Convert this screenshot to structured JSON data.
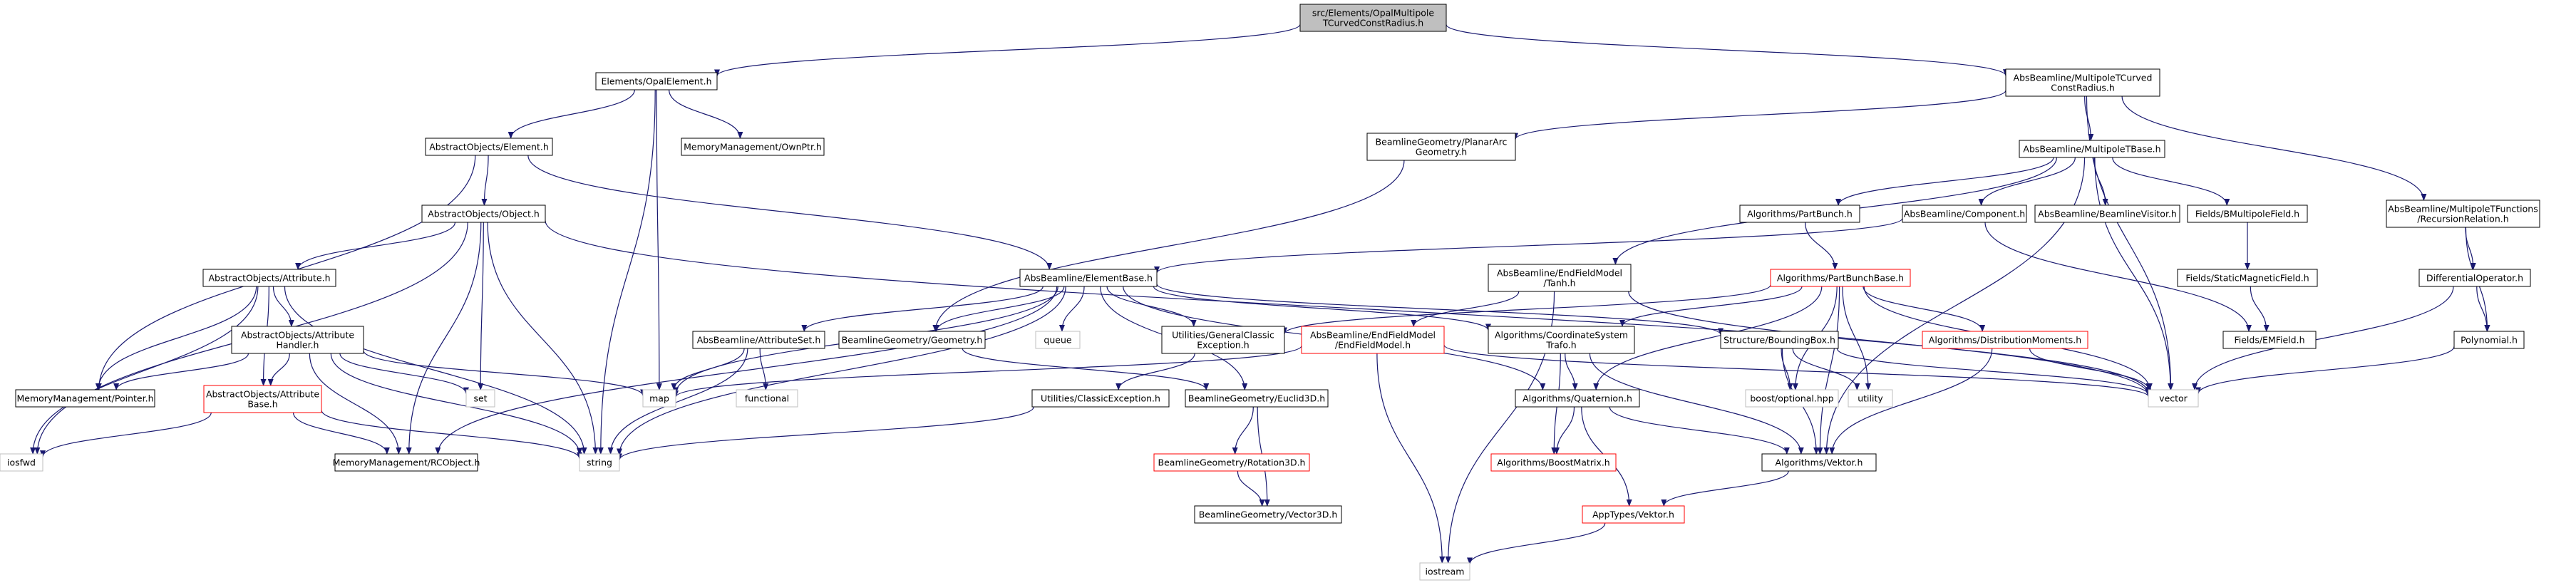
{
  "colors": {
    "edge": "#191970",
    "border_project": "#000000",
    "border_partial": "#ff0000",
    "border_system": "#bfbfbf",
    "fill_normal": "#ffffff",
    "fill_root": "#bfbfbf",
    "text": "#000000"
  },
  "nodes": [
    {
      "id": "n_root",
      "lines": [
        "src/Elements/OpalMultipole",
        "TCurvedConstRadius.h"
      ],
      "style": "root"
    },
    {
      "id": "n_opalelement",
      "lines": [
        "Elements/OpalElement.h"
      ],
      "style": "normal"
    },
    {
      "id": "n_multipoletcurved",
      "lines": [
        "AbsBeamline/MultipoleTCurved",
        "ConstRadius.h"
      ],
      "style": "normal"
    },
    {
      "id": "n_element",
      "lines": [
        "AbstractObjects/Element.h"
      ],
      "style": "normal"
    },
    {
      "id": "n_ownptr",
      "lines": [
        "MemoryManagement/OwnPtr.h"
      ],
      "style": "normal"
    },
    {
      "id": "n_planararc",
      "lines": [
        "BeamlineGeometry/PlanarArc",
        "Geometry.h"
      ],
      "style": "normal"
    },
    {
      "id": "n_multipoletbase",
      "lines": [
        "AbsBeamline/MultipoleTBase.h"
      ],
      "style": "normal"
    },
    {
      "id": "n_object",
      "lines": [
        "AbstractObjects/Object.h"
      ],
      "style": "normal"
    },
    {
      "id": "n_partbunch",
      "lines": [
        "Algorithms/PartBunch.h"
      ],
      "style": "normal"
    },
    {
      "id": "n_component",
      "lines": [
        "AbsBeamline/Component.h"
      ],
      "style": "normal"
    },
    {
      "id": "n_beamlinevisitor",
      "lines": [
        "AbsBeamline/BeamlineVisitor.h"
      ],
      "style": "normal"
    },
    {
      "id": "n_bmultipolefield",
      "lines": [
        "Fields/BMultipoleField.h"
      ],
      "style": "normal"
    },
    {
      "id": "n_tfunctions",
      "lines": [
        "AbsBeamline/MultipoleTFunctions",
        "/RecursionRelation.h"
      ],
      "style": "normal"
    },
    {
      "id": "n_attribute",
      "lines": [
        "AbstractObjects/Attribute.h"
      ],
      "style": "normal"
    },
    {
      "id": "n_elementbase",
      "lines": [
        "AbsBeamline/ElementBase.h"
      ],
      "style": "normal"
    },
    {
      "id": "n_tanh",
      "lines": [
        "AbsBeamline/EndFieldModel",
        "/Tanh.h"
      ],
      "style": "normal"
    },
    {
      "id": "n_partbunchbase",
      "lines": [
        "Algorithms/PartBunchBase.h"
      ],
      "style": "partial"
    },
    {
      "id": "n_staticmagnetic",
      "lines": [
        "Fields/StaticMagneticField.h"
      ],
      "style": "normal"
    },
    {
      "id": "n_differentialop",
      "lines": [
        "DifferentialOperator.h"
      ],
      "style": "normal"
    },
    {
      "id": "n_attributehandler",
      "lines": [
        "AbstractObjects/Attribute",
        "Handler.h"
      ],
      "style": "normal"
    },
    {
      "id": "n_attributeset",
      "lines": [
        "AbsBeamline/AttributeSet.h"
      ],
      "style": "normal"
    },
    {
      "id": "n_geometry",
      "lines": [
        "BeamlineGeometry/Geometry.h"
      ],
      "style": "normal"
    },
    {
      "id": "n_queue",
      "lines": [
        "queue"
      ],
      "style": "system"
    },
    {
      "id": "n_genclassicex",
      "lines": [
        "Utilities/GeneralClassic",
        "Exception.h"
      ],
      "style": "normal"
    },
    {
      "id": "n_endfieldmodel",
      "lines": [
        "AbsBeamline/EndFieldModel",
        "/EndFieldModel.h"
      ],
      "style": "partial"
    },
    {
      "id": "n_coordtrafo",
      "lines": [
        "Algorithms/CoordinateSystem",
        "Trafo.h"
      ],
      "style": "normal"
    },
    {
      "id": "n_boundingbox",
      "lines": [
        "Structure/BoundingBox.h"
      ],
      "style": "normal"
    },
    {
      "id": "n_distmoments",
      "lines": [
        "Algorithms/DistributionMoments.h"
      ],
      "style": "partial"
    },
    {
      "id": "n_emfield",
      "lines": [
        "Fields/EMField.h"
      ],
      "style": "normal"
    },
    {
      "id": "n_polynomial",
      "lines": [
        "Polynomial.h"
      ],
      "style": "normal"
    },
    {
      "id": "n_pointer",
      "lines": [
        "MemoryManagement/Pointer.h"
      ],
      "style": "normal"
    },
    {
      "id": "n_attributebase",
      "lines": [
        "AbstractObjects/Attribute",
        "Base.h"
      ],
      "style": "partial"
    },
    {
      "id": "n_set",
      "lines": [
        "set"
      ],
      "style": "system"
    },
    {
      "id": "n_map",
      "lines": [
        "map"
      ],
      "style": "system"
    },
    {
      "id": "n_functional",
      "lines": [
        "functional"
      ],
      "style": "system"
    },
    {
      "id": "n_classicex",
      "lines": [
        "Utilities/ClassicException.h"
      ],
      "style": "normal"
    },
    {
      "id": "n_euclid3d",
      "lines": [
        "BeamlineGeometry/Euclid3D.h"
      ],
      "style": "normal"
    },
    {
      "id": "n_quaternion",
      "lines": [
        "Algorithms/Quaternion.h"
      ],
      "style": "normal"
    },
    {
      "id": "n_boostoptional",
      "lines": [
        "boost/optional.hpp"
      ],
      "style": "system"
    },
    {
      "id": "n_utility",
      "lines": [
        "utility"
      ],
      "style": "system"
    },
    {
      "id": "n_vector",
      "lines": [
        "vector"
      ],
      "style": "system"
    },
    {
      "id": "n_iosfwd",
      "lines": [
        "iosfwd"
      ],
      "style": "system"
    },
    {
      "id": "n_rcobject",
      "lines": [
        "MemoryManagement/RCObject.h"
      ],
      "style": "normal"
    },
    {
      "id": "n_string",
      "lines": [
        "string"
      ],
      "style": "system"
    },
    {
      "id": "n_rotation3d",
      "lines": [
        "BeamlineGeometry/Rotation3D.h"
      ],
      "style": "partial"
    },
    {
      "id": "n_boostmatrix",
      "lines": [
        "Algorithms/BoostMatrix.h"
      ],
      "style": "partial"
    },
    {
      "id": "n_vektor",
      "lines": [
        "Algorithms/Vektor.h"
      ],
      "style": "normal"
    },
    {
      "id": "n_vector3d",
      "lines": [
        "BeamlineGeometry/Vector3D.h"
      ],
      "style": "normal"
    },
    {
      "id": "n_apptypesvektor",
      "lines": [
        "AppTypes/Vektor.h"
      ],
      "style": "partial"
    },
    {
      "id": "n_iostream",
      "lines": [
        "iostream"
      ],
      "style": "system"
    }
  ],
  "edges": [
    [
      "n_root",
      "n_opalelement"
    ],
    [
      "n_root",
      "n_multipoletcurved"
    ],
    [
      "n_opalelement",
      "n_element"
    ],
    [
      "n_opalelement",
      "n_ownptr"
    ],
    [
      "n_opalelement",
      "n_map"
    ],
    [
      "n_opalelement",
      "n_string"
    ],
    [
      "n_multipoletcurved",
      "n_planararc"
    ],
    [
      "n_multipoletcurved",
      "n_multipoletbase"
    ],
    [
      "n_multipoletcurved",
      "n_tfunctions"
    ],
    [
      "n_multipoletcurved",
      "n_vector"
    ],
    [
      "n_element",
      "n_object"
    ],
    [
      "n_element",
      "n_elementbase"
    ],
    [
      "n_element",
      "n_pointer"
    ],
    [
      "n_planararc",
      "n_geometry"
    ],
    [
      "n_multipoletbase",
      "n_partbunch"
    ],
    [
      "n_multipoletbase",
      "n_component"
    ],
    [
      "n_multipoletbase",
      "n_beamlinevisitor"
    ],
    [
      "n_multipoletbase",
      "n_bmultipolefield"
    ],
    [
      "n_multipoletbase",
      "n_tanh"
    ],
    [
      "n_multipoletbase",
      "n_vector"
    ],
    [
      "n_multipoletbase",
      "n_vektor"
    ],
    [
      "n_object",
      "n_attribute"
    ],
    [
      "n_object",
      "n_iosfwd"
    ],
    [
      "n_object",
      "n_set"
    ],
    [
      "n_object",
      "n_string"
    ],
    [
      "n_object",
      "n_rcobject"
    ],
    [
      "n_object",
      "n_vector"
    ],
    [
      "n_partbunch",
      "n_partbunchbase"
    ],
    [
      "n_component",
      "n_elementbase"
    ],
    [
      "n_component",
      "n_emfield"
    ],
    [
      "n_bmultipolefield",
      "n_staticmagnetic"
    ],
    [
      "n_tfunctions",
      "n_differentialop"
    ],
    [
      "n_tfunctions",
      "n_polynomial"
    ],
    [
      "n_attribute",
      "n_attributehandler"
    ],
    [
      "n_attribute",
      "n_attributebase"
    ],
    [
      "n_attribute",
      "n_pointer"
    ],
    [
      "n_attribute",
      "n_iosfwd"
    ],
    [
      "n_attribute",
      "n_string"
    ],
    [
      "n_elementbase",
      "n_attributeset"
    ],
    [
      "n_elementbase",
      "n_geometry"
    ],
    [
      "n_elementbase",
      "n_queue"
    ],
    [
      "n_elementbase",
      "n_genclassicex"
    ],
    [
      "n_elementbase",
      "n_coordtrafo"
    ],
    [
      "n_elementbase",
      "n_boundingbox"
    ],
    [
      "n_elementbase",
      "n_euclid3d"
    ],
    [
      "n_elementbase",
      "n_quaternion"
    ],
    [
      "n_elementbase",
      "n_map"
    ],
    [
      "n_elementbase",
      "n_string"
    ],
    [
      "n_elementbase",
      "n_rcobject"
    ],
    [
      "n_tanh",
      "n_endfieldmodel"
    ],
    [
      "n_tanh",
      "n_iostream"
    ],
    [
      "n_tanh",
      "n_vector"
    ],
    [
      "n_partbunchbase",
      "n_genclassicex"
    ],
    [
      "n_partbunchbase",
      "n_coordtrafo"
    ],
    [
      "n_partbunchbase",
      "n_distmoments"
    ],
    [
      "n_partbunchbase",
      "n_boostoptional"
    ],
    [
      "n_partbunchbase",
      "n_utility"
    ],
    [
      "n_partbunchbase",
      "n_quaternion"
    ],
    [
      "n_partbunchbase",
      "n_vektor"
    ],
    [
      "n_partbunchbase",
      "n_vector"
    ],
    [
      "n_staticmagnetic",
      "n_emfield"
    ],
    [
      "n_differentialop",
      "n_polynomial"
    ],
    [
      "n_differentialop",
      "n_vector"
    ],
    [
      "n_polynomial",
      "n_vector"
    ],
    [
      "n_attributehandler",
      "n_attributebase"
    ],
    [
      "n_attributehandler",
      "n_pointer"
    ],
    [
      "n_attributehandler",
      "n_map"
    ],
    [
      "n_attributehandler",
      "n_set"
    ],
    [
      "n_attributehandler",
      "n_rcobject"
    ],
    [
      "n_attributehandler",
      "n_string"
    ],
    [
      "n_attributebase",
      "n_rcobject"
    ],
    [
      "n_attributebase",
      "n_iosfwd"
    ],
    [
      "n_attributebase",
      "n_string"
    ],
    [
      "n_attributeset",
      "n_map"
    ],
    [
      "n_attributeset",
      "n_functional"
    ],
    [
      "n_attributeset",
      "n_string"
    ],
    [
      "n_geometry",
      "n_euclid3d"
    ],
    [
      "n_genclassicex",
      "n_classicex"
    ],
    [
      "n_classicex",
      "n_string"
    ],
    [
      "n_endfieldmodel",
      "n_map"
    ],
    [
      "n_endfieldmodel",
      "n_vector"
    ],
    [
      "n_endfieldmodel",
      "n_iostream"
    ],
    [
      "n_coordtrafo",
      "n_quaternion"
    ],
    [
      "n_coordtrafo",
      "n_boostmatrix"
    ],
    [
      "n_coordtrafo",
      "n_vektor"
    ],
    [
      "n_boundingbox",
      "n_boostoptional"
    ],
    [
      "n_boundingbox",
      "n_utility"
    ],
    [
      "n_boundingbox",
      "n_vektor"
    ],
    [
      "n_boundingbox",
      "n_vector"
    ],
    [
      "n_distmoments",
      "n_vektor"
    ],
    [
      "n_distmoments",
      "n_vector"
    ],
    [
      "n_euclid3d",
      "n_rotation3d"
    ],
    [
      "n_euclid3d",
      "n_vector3d"
    ],
    [
      "n_rotation3d",
      "n_vector3d"
    ],
    [
      "n_quaternion",
      "n_boostmatrix"
    ],
    [
      "n_quaternion",
      "n_vektor"
    ],
    [
      "n_quaternion",
      "n_apptypesvektor"
    ],
    [
      "n_vektor",
      "n_apptypesvektor"
    ],
    [
      "n_apptypesvektor",
      "n_iostream"
    ]
  ]
}
